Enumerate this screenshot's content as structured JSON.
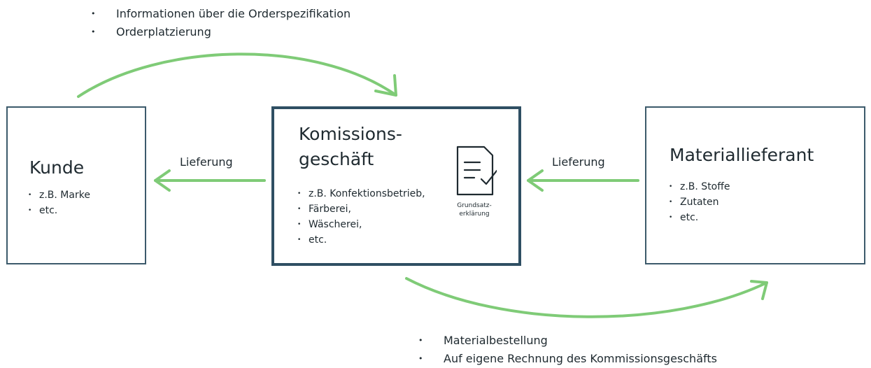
{
  "colors": {
    "arrow": "#7fcb77",
    "box_border": "#3c5a6b",
    "box_border_center": "#2f4f63",
    "text": "#1f2a30"
  },
  "top_notes": [
    "Informationen über die Orderspezifikation",
    "Orderplatzierung"
  ],
  "bottom_notes": [
    "Materialbestellung",
    "Auf eigene Rechnung des Kommissionsgeschäfts"
  ],
  "kunde": {
    "title": "Kunde",
    "items": [
      "z.B. Marke",
      "etc."
    ]
  },
  "kommission": {
    "title_line1": "Komissions-",
    "title_line2": "geschäft",
    "items": [
      "z.B. Konfektionsbetrieb,",
      "Färberei,",
      "Wäscherei,",
      "etc."
    ],
    "icon": "document-check-icon",
    "icon_caption_line1": "Grundsatz-",
    "icon_caption_line2": "erklärung"
  },
  "material": {
    "title": "Materiallieferant",
    "items": [
      "z.B. Stoffe",
      "Zutaten",
      "etc."
    ]
  },
  "arrow_labels": {
    "left": "Lieferung",
    "right": "Lieferung"
  }
}
